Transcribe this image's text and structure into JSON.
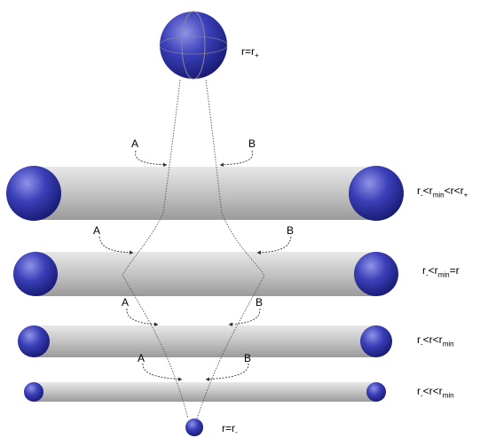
{
  "top_sphere_label": {
    "base": "r=r",
    "sub": "+"
  },
  "bottom_sphere_label": {
    "base": "r=r",
    "sub": "-"
  },
  "arrow_labels": {
    "left": "A",
    "right": "B"
  },
  "tube_conditions": [
    {
      "t1": "r",
      "s1": "-",
      "t2": "<r",
      "s2": "min",
      "t3": "<r<r",
      "s3": "+"
    },
    {
      "t1": "r",
      "s1": "-",
      "t2": "<r",
      "s2": "min",
      "t3": "=r",
      "s3": ""
    },
    {
      "t1": "r",
      "s1": "-",
      "t2": "<r<r",
      "s2": "min",
      "t3": "",
      "s3": ""
    },
    {
      "t1": "r",
      "s1": "-",
      "t2": "<r<r",
      "s2": "min",
      "t3": "",
      "s3": ""
    }
  ],
  "colors": {
    "sphere": "#2b2f9e",
    "tube": "#c9c9c9",
    "line": "#555555"
  }
}
